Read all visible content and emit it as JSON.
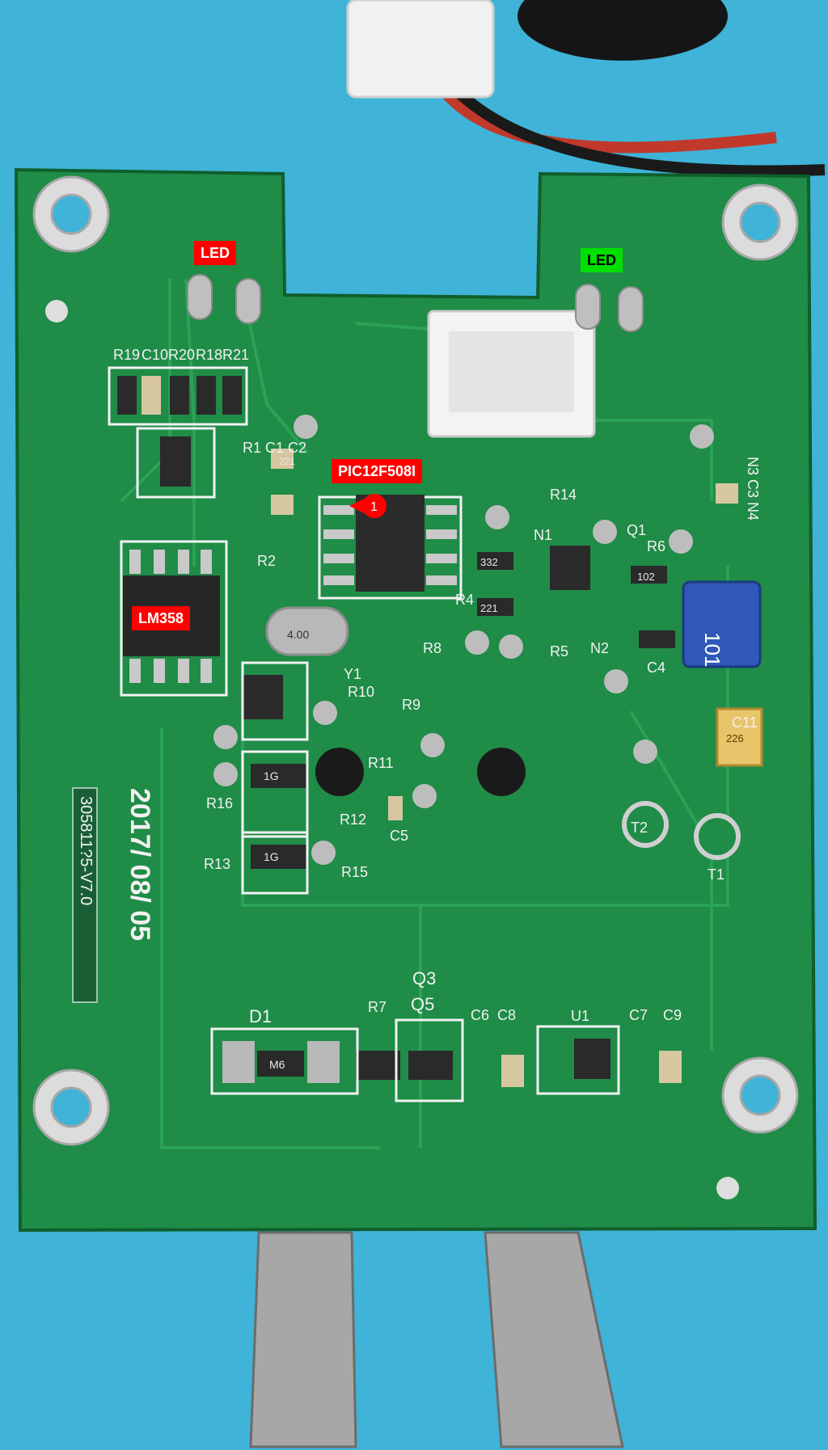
{
  "labels": {
    "led_left": "LED",
    "led_right": "LED",
    "mcu": "PIC12F508I",
    "opamp": "LM358",
    "pin_one": "1"
  },
  "silkscreen": {
    "date": "2017/ 08/ 05",
    "board_id": "305811?5-V7.0",
    "d1": "D1",
    "q5": "Q5",
    "q3": "Q3",
    "u1": "U1",
    "c6": "C6",
    "c8": "C8",
    "c7": "C7",
    "c9": "C9",
    "r7": "R7",
    "t1": "T1",
    "t2": "T2",
    "c5": "C5",
    "r11": "R11",
    "r12": "R12",
    "r15": "R15",
    "r13": "R13",
    "r16": "R16",
    "r19": "R19",
    "c10": "C10",
    "r20": "R20",
    "r18": "R18",
    "r21": "R21",
    "r14": "R14",
    "r4": "R4",
    "r5": "R5",
    "q1": "Q1",
    "n1": "N1",
    "n2": "N2",
    "n3c3n4": "N3 C3 N4",
    "c4": "C4",
    "c11": "C11",
    "r8": "R8",
    "r9": "R9",
    "r10": "R10",
    "y1": "Y1",
    "r6": "R6",
    "r2": "R2",
    "r1c1c2": "R1 C1 C2"
  },
  "markings": {
    "inductor": "101",
    "crystal": "4.00",
    "tant": "226",
    "r332": "332",
    "r221a": "221",
    "r221b": "221",
    "r102": "102",
    "diode": "M6",
    "t1g": "1G",
    "t1g2": "1G"
  },
  "colors": {
    "background": "#3fb3d8",
    "pcb": "#1f8c47",
    "trace": "#23954c",
    "silk": "#f2f2f2",
    "pad": "#c9c9c9",
    "chip": "#2a2a2a",
    "tag_red": "#ff0000",
    "tag_green": "#00e000"
  }
}
